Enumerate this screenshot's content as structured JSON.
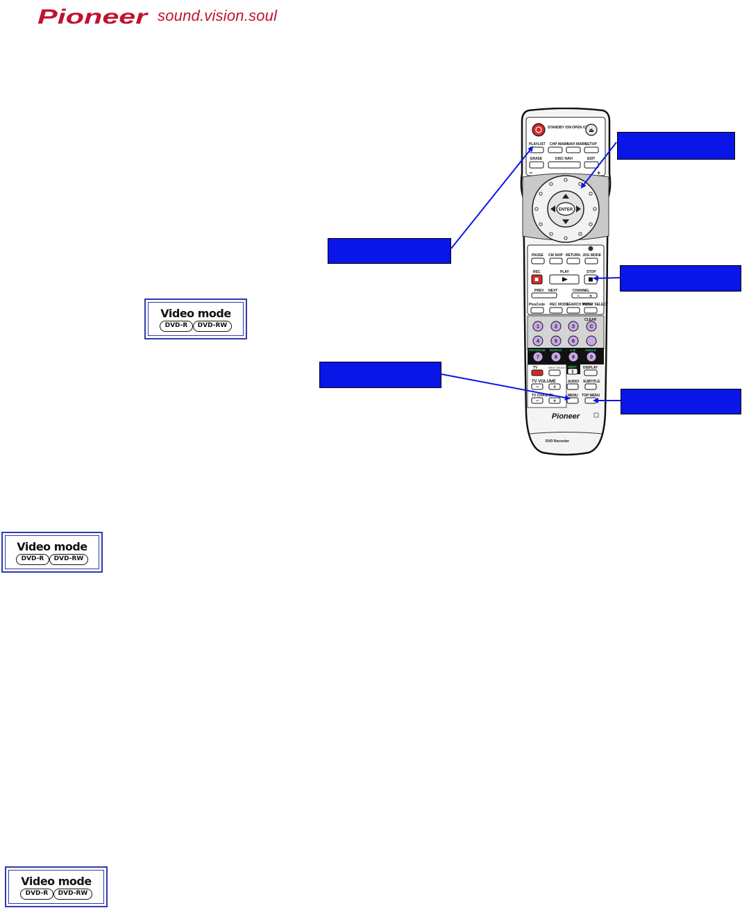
{
  "header": {
    "brand": "Pioneer",
    "tagline": "sound.vision.soul"
  },
  "video_mode_badge": {
    "title": "Video mode",
    "formats": [
      "DVD-R",
      "DVD-RW"
    ]
  },
  "remote": {
    "buttons": {
      "standby": "STANDBY /ON",
      "open_close": "OPEN /CLOSE",
      "playlist": "PLAYLIST",
      "chp_mark": "CHP MARK",
      "navi_mark": "NAVI MARK",
      "setup": "SETUP",
      "erase": "ERASE",
      "disc_navi": "DISC NAVI",
      "edit": "EDIT",
      "enter": "ENTER",
      "pause": "PAUSE",
      "cm_skip": "CM SKIP",
      "return": "RETURN",
      "jog_mode": "JOG MODE",
      "rec": "REC",
      "play": "PLAY",
      "stop": "STOP",
      "prev": "PREV",
      "next": "NEXT",
      "channel": "CHANNEL",
      "pluscode": "PlusCode",
      "rec_mode": "REC MODE",
      "search_mode": "SEARCH MODE",
      "input_select": "INPUT SELECT",
      "clear": "CLEAR",
      "num_keys": [
        "1",
        "2",
        "3",
        "C",
        "4",
        "5",
        "6",
        "",
        "7",
        "8",
        "9",
        "0"
      ],
      "program": "PROGRAM",
      "repeat": "REPEAT",
      "a_b": "A-B",
      "angle": "ANGLE",
      "shift": "SHIFT",
      "tv": "TV",
      "tv_input_select": "INPUT SELECT",
      "display": "DISPLAY",
      "tv_volume": "TV VOLUME",
      "audio": "AUDIO",
      "subtitle": "SUBTITLE",
      "tv_channel": "TV CHANNEL",
      "menu": "MENU",
      "top_menu": "TOP MENU",
      "brand": "Pioneer",
      "model": "DVD Recorder"
    }
  },
  "colors": {
    "brand_red": "#c0122f",
    "callout_blue": "#0a15e8",
    "badge_border": "#2e3aa8",
    "arrow_blue": "#0a15e8"
  }
}
